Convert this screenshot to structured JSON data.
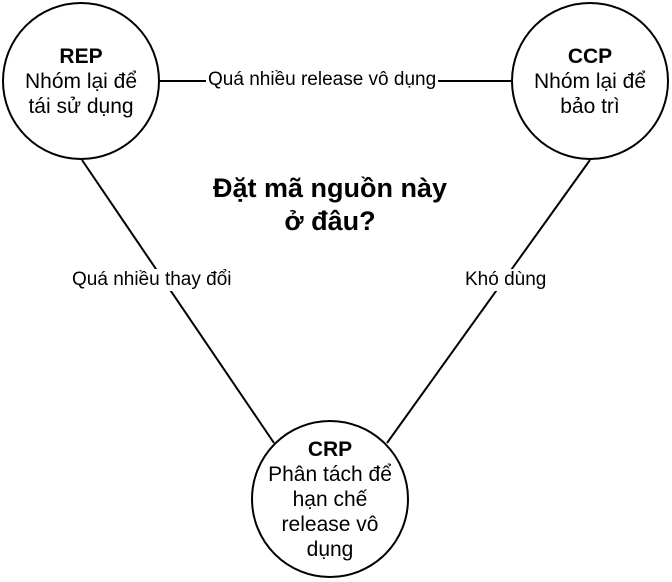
{
  "nodes": {
    "rep": {
      "title": "REP",
      "text": "Nhóm lại để tái sử dụng"
    },
    "ccp": {
      "title": "CCP",
      "text": "Nhóm lại để bảo trì"
    },
    "crp": {
      "title": "CRP",
      "text": "Phân tách để hạn chế release vô dụng"
    }
  },
  "edges": {
    "rep_ccp": "Quá nhiều release vô dụng",
    "rep_crp": "Quá nhiều thay đổi",
    "ccp_crp": "Khó dùng"
  },
  "center_question": {
    "line1": "Đặt mã nguồn này",
    "line2": "ở đâu?"
  }
}
